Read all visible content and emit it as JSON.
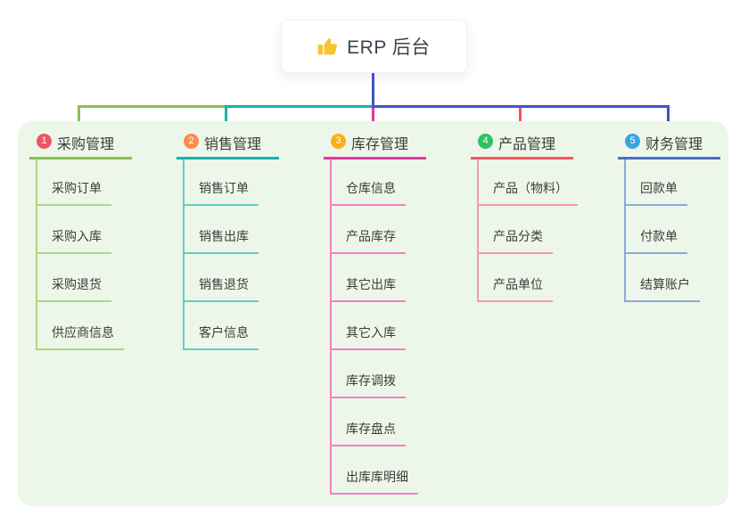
{
  "root": {
    "icon": "thumbs-up-icon",
    "icon_char": "👍",
    "title": "ERP 后台"
  },
  "connector_color": "#4453c8",
  "panel_color": "#edf7e9",
  "icon_color": "#f6c52e",
  "branches": [
    {
      "number": "1",
      "title": "采购管理",
      "color": "#89c053",
      "light_color": "#abd687",
      "badge_color": "#ef5463",
      "items": [
        "采购订单",
        "采购入库",
        "采购退货",
        "供应商信息"
      ]
    },
    {
      "number": "2",
      "title": "销售管理",
      "color": "#16b3ac",
      "light_color": "#63cdc7",
      "badge_color": "#f98d4e",
      "items": [
        "销售订单",
        "销售出库",
        "销售退货",
        "客户信息"
      ]
    },
    {
      "number": "3",
      "title": "库存管理",
      "color": "#e0399c",
      "light_color": "#f180c0",
      "badge_color": "#fbb017",
      "items": [
        "仓库信息",
        "产品库存",
        "其它出库",
        "其它入库",
        "库存调拨",
        "库存盘点",
        "出库库明细"
      ]
    },
    {
      "number": "4",
      "title": "产品管理",
      "color": "#f4555f",
      "light_color": "#f89ba1",
      "badge_color": "#2fc163",
      "items": [
        "产品（物料）",
        "产品分类",
        "产品单位"
      ]
    },
    {
      "number": "5",
      "title": "财务管理",
      "color": "#4a6fc5",
      "light_color": "#8fa9dc",
      "badge_color": "#3ba4e4",
      "items": [
        "回款单",
        "付款单",
        "结算账户"
      ]
    }
  ]
}
